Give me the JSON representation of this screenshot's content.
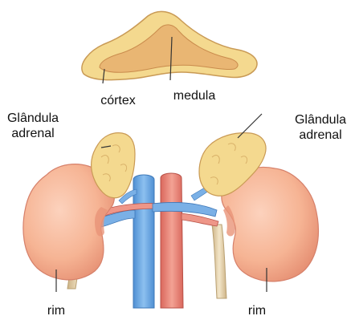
{
  "labels": {
    "cortex": "córtex",
    "medula": "medula",
    "adrenal_left": "Glândula\nadrenal",
    "adrenal_right": "Glândula\nadrenal",
    "rim_left": "rim",
    "rim_right": "rim"
  },
  "colors": {
    "gland_outer": "#f4d98f",
    "gland_inner": "#e9b673",
    "kidney": "#f6b494",
    "kidney_shadow": "#e89478",
    "vein": "#6fa7e0",
    "artery": "#e88a7c",
    "ureter": "#e4d0a8"
  }
}
